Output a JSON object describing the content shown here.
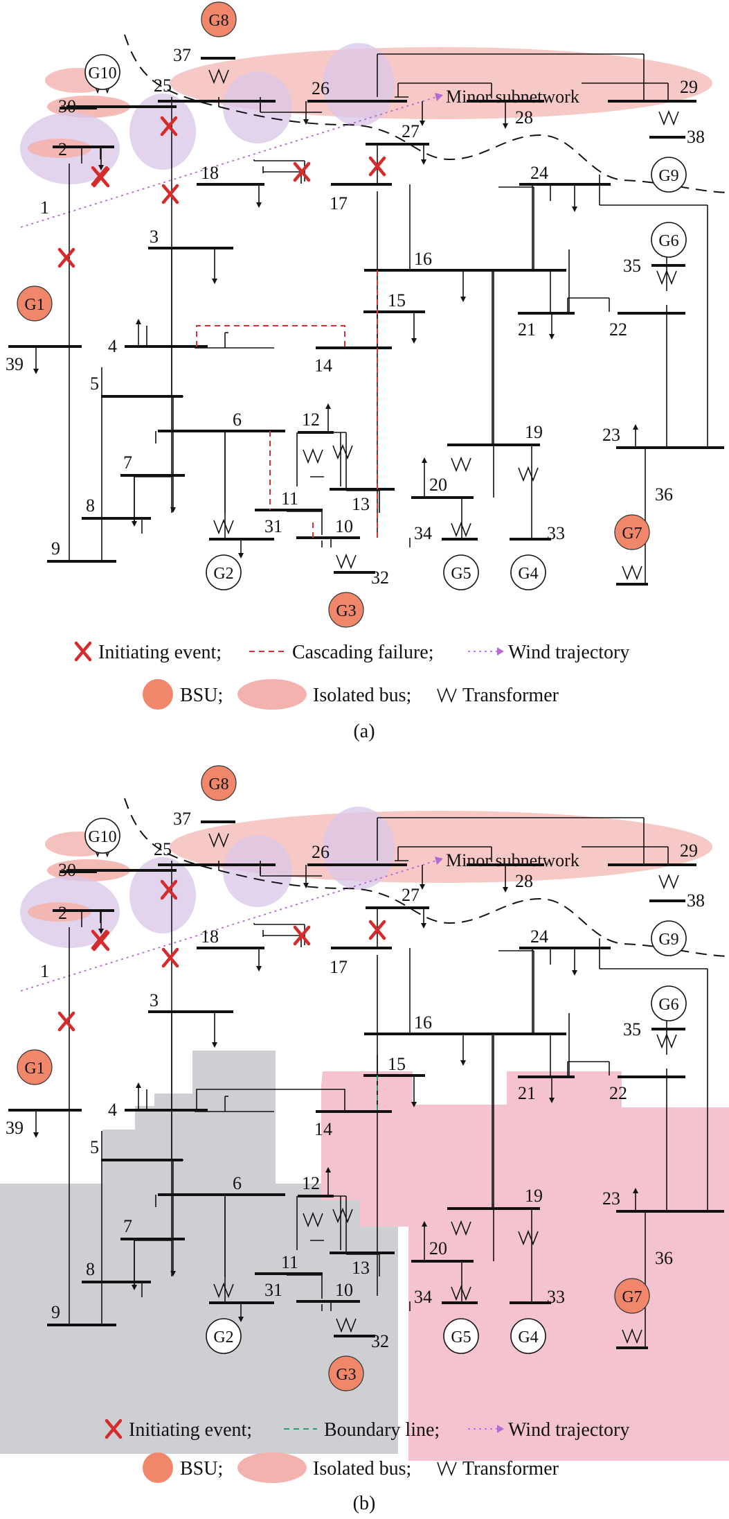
{
  "colors": {
    "bsu": "#f0876a",
    "isolated": "#f3b2ae",
    "purple_region": "#d9c6e8",
    "initiating": "#d42c2c",
    "cascade": "#e03030",
    "boundary": "#2a9d6a",
    "wind": "#b36ad1",
    "region_gray": "#cdcfd2",
    "region_pink": "#f5c3cf"
  },
  "buses": [
    "1",
    "2",
    "3",
    "4",
    "5",
    "6",
    "7",
    "8",
    "9",
    "10",
    "11",
    "12",
    "13",
    "14",
    "15",
    "16",
    "17",
    "18",
    "19",
    "20",
    "21",
    "22",
    "23",
    "24",
    "25",
    "26",
    "27",
    "28",
    "29",
    "30",
    "31",
    "32",
    "33",
    "34",
    "35",
    "36",
    "37",
    "38",
    "39"
  ],
  "generators": {
    "g1": "G1",
    "g2": "G2",
    "g3": "G3",
    "g4": "G4",
    "g5": "G5",
    "g6": "G6",
    "g7": "G7",
    "g8": "G8",
    "g9": "G9",
    "g10": "G10"
  },
  "bsu_generators": [
    "G1",
    "G3",
    "G7",
    "G8"
  ],
  "minor_subnetwork_label": "Minor subnetwork",
  "legend_a": {
    "initiating": "Initiating event;",
    "cascading": "Cascading failure;",
    "wind": "Wind trajectory",
    "bsu": "BSU;",
    "isolated": "Isolated bus;",
    "transformer": "Transformer"
  },
  "legend_b": {
    "initiating": "Initiating event;",
    "boundary": "Boundary line;",
    "wind": "Wind trajectory",
    "bsu": "BSU;",
    "isolated": "Isolated bus;",
    "transformer": "Transformer"
  },
  "captions": {
    "a": "(a)",
    "b": "(b)"
  }
}
